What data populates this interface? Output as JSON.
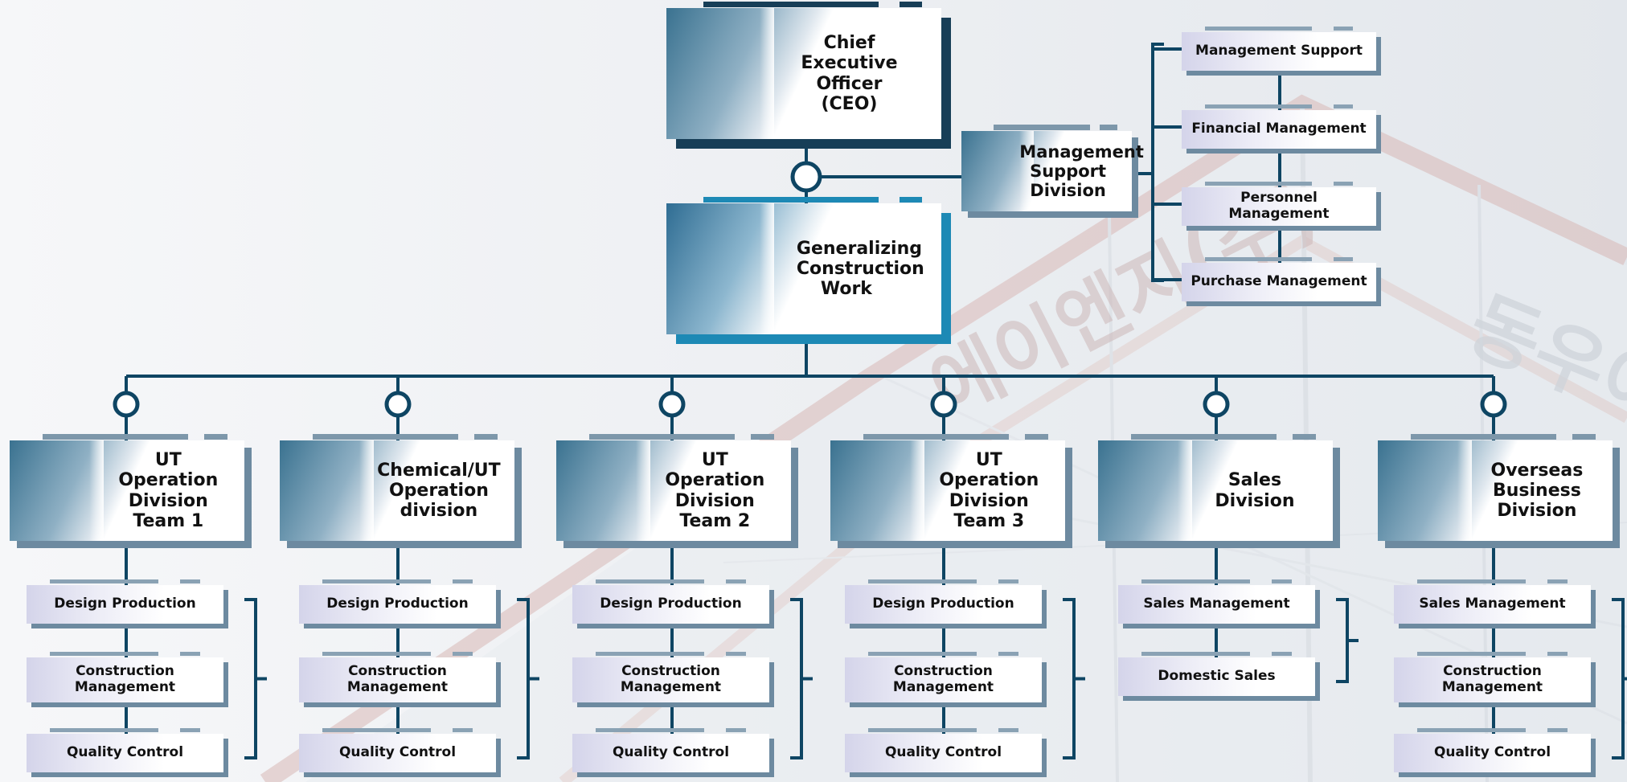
{
  "colors": {
    "line": "#0e4563",
    "dark": "#173e57",
    "sky": "#1d89b5",
    "steel": "#6d8aa0",
    "faint_sign": "#c9b6b6"
  },
  "background_sign_text": [
    "에이엔지(주)",
    "동우이"
  ],
  "top": {
    "ceo": {
      "label": "Chief Executive Officer (CEO)",
      "lines": [
        "Chief Executive",
        "Officer (CEO)"
      ]
    },
    "gcw": {
      "label": "Generalizing Construction Work",
      "lines": [
        "Generalizing",
        "Construction",
        "Work"
      ]
    },
    "msd": {
      "label": "Management Support Division",
      "lines": [
        "Management",
        "Support",
        "Division"
      ]
    }
  },
  "management_support_units": [
    "Management Support",
    "Financial Management",
    "Personnel Management",
    "Purchase Management"
  ],
  "divisions": [
    {
      "title_lines": [
        "UT Operation",
        "Division Team 1"
      ],
      "units": [
        [
          "Design Production"
        ],
        [
          "Construction",
          "Management"
        ],
        [
          "Quality Control"
        ]
      ]
    },
    {
      "title_lines": [
        "Chemical/UT",
        "Operation division"
      ],
      "units": [
        [
          "Design Production"
        ],
        [
          "Construction",
          "Management"
        ],
        [
          "Quality Control"
        ]
      ]
    },
    {
      "title_lines": [
        "UT Operation",
        "Division Team 2"
      ],
      "units": [
        [
          "Design Production"
        ],
        [
          "Construction",
          "Management"
        ],
        [
          "Quality Control"
        ]
      ]
    },
    {
      "title_lines": [
        "UT Operation",
        "Division Team 3"
      ],
      "units": [
        [
          "Design Production"
        ],
        [
          "Construction",
          "Management"
        ],
        [
          "Quality Control"
        ]
      ]
    },
    {
      "title_lines": [
        "Sales Division"
      ],
      "units": [
        [
          "Sales Management"
        ],
        [
          "Domestic Sales"
        ]
      ]
    },
    {
      "title_lines": [
        "Overseas Business",
        "Division"
      ],
      "units": [
        [
          "Sales Management"
        ],
        [
          "Construction",
          "Management"
        ],
        [
          "Quality Control"
        ]
      ]
    }
  ]
}
